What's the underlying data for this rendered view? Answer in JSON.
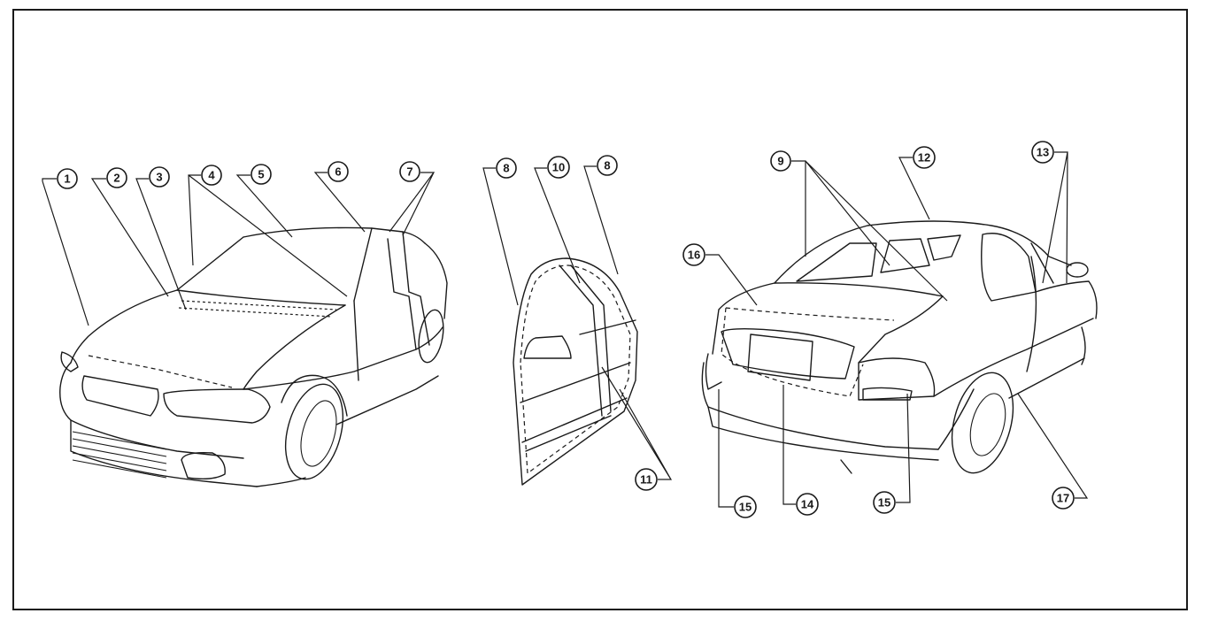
{
  "diagram": {
    "callouts": [
      {
        "id": "c1",
        "label": "1"
      },
      {
        "id": "c2",
        "label": "2"
      },
      {
        "id": "c3",
        "label": "3"
      },
      {
        "id": "c4",
        "label": "4"
      },
      {
        "id": "c5",
        "label": "5"
      },
      {
        "id": "c6",
        "label": "6"
      },
      {
        "id": "c7",
        "label": "7"
      },
      {
        "id": "c8a",
        "label": "8"
      },
      {
        "id": "c10",
        "label": "10"
      },
      {
        "id": "c8b",
        "label": "8"
      },
      {
        "id": "c11",
        "label": "11"
      },
      {
        "id": "c9",
        "label": "9"
      },
      {
        "id": "c12",
        "label": "12"
      },
      {
        "id": "c13",
        "label": "13"
      },
      {
        "id": "c16",
        "label": "16"
      },
      {
        "id": "c15a",
        "label": "15"
      },
      {
        "id": "c14",
        "label": "14"
      },
      {
        "id": "c15b",
        "label": "15"
      },
      {
        "id": "c17",
        "label": "17"
      }
    ]
  }
}
